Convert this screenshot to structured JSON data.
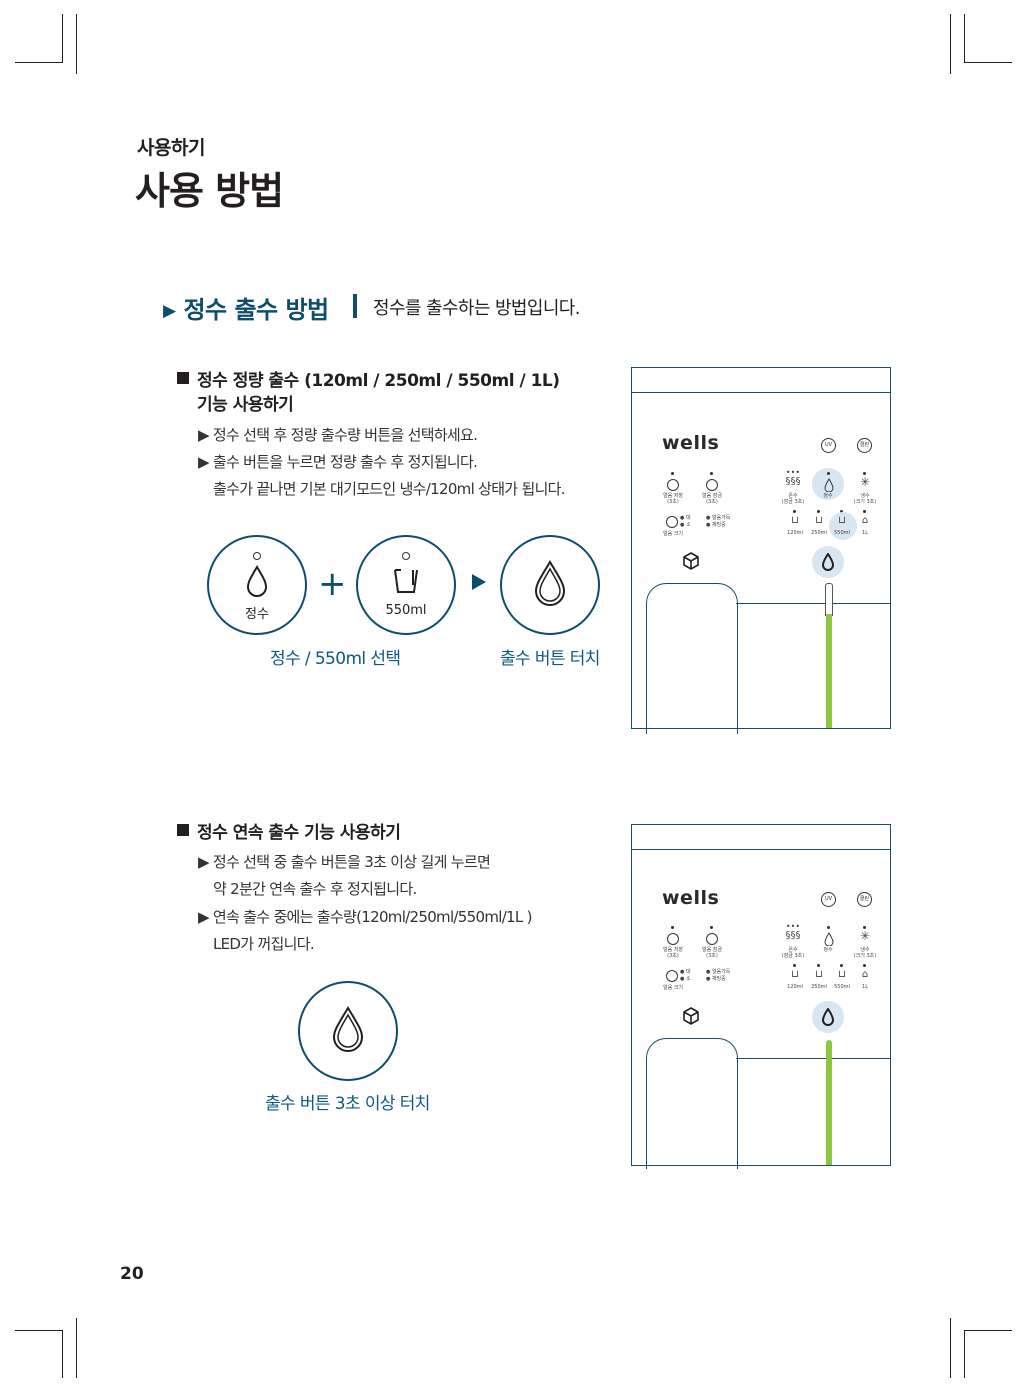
{
  "header": {
    "section_label": "사용하기",
    "page_title": "사용 방법"
  },
  "section": {
    "arrow": "▶",
    "title": "정수 출수 방법",
    "description": "정수를 출수하는 방법입니다."
  },
  "part1": {
    "title_line1": "정수 정량 출수 (120ml / 250ml / 550ml / 1L)",
    "title_line2": "기능 사용하기",
    "bullet1": "▶  정수 선택 후 정량 출수량 버튼을 선택하세요.",
    "bullet2": "▶ 출수 버튼을 누르면 정량 출수 후 정지됩니다.",
    "bullet2_cont": "출수가 끝나면 기본 대기모드인 냉수/120ml  상태가 됩니다.",
    "btn_water_label": "정수",
    "btn_volume_label": "550ml",
    "caption_left": "정수 / 550ml  선택",
    "caption_right": "출수 버튼 터치"
  },
  "part2": {
    "title": "정수 연속 출수 기능 사용하기",
    "bullet1": "▶ 정수 선택 중 출수 버튼을 3초 이상 길게 누르면",
    "bullet1_cont": "약 2분간 연속 출수 후 정지됩니다.",
    "bullet2": "▶ 연속 출수 중에는 출수량(120ml/250ml/550ml/1L  )",
    "bullet2_cont": "LED가 꺼집니다.",
    "caption": "출수 버튼 3초 이상 터치"
  },
  "panel": {
    "brand": "wells",
    "uv": "UV",
    "clean": "클린",
    "ice_make": "얼음 저장",
    "ice_make_sub": "(3초)",
    "ice_lock": "얼음 잠금",
    "ice_lock_sub": "(3초)",
    "hot": "온수",
    "hot_sub": "(잠금 3초)",
    "pure": "정수",
    "cold": "냉수",
    "cold_sub": "(크기 3초)",
    "ice_size": "얼음 크기",
    "ice_big": "대",
    "ice_small": "소",
    "ice_clean": "얼음가득",
    "ice_reset": "제빙중",
    "vol_120": "120ml",
    "vol_250": "250ml",
    "vol_550": "550ml",
    "vol_1l": "1L"
  },
  "footer": {
    "page_number": "20"
  },
  "colors": {
    "accent": "#0e4d6e",
    "caption": "#0e5a80",
    "water_stream": "#8dc63f",
    "highlight": "#d7e6f0"
  }
}
